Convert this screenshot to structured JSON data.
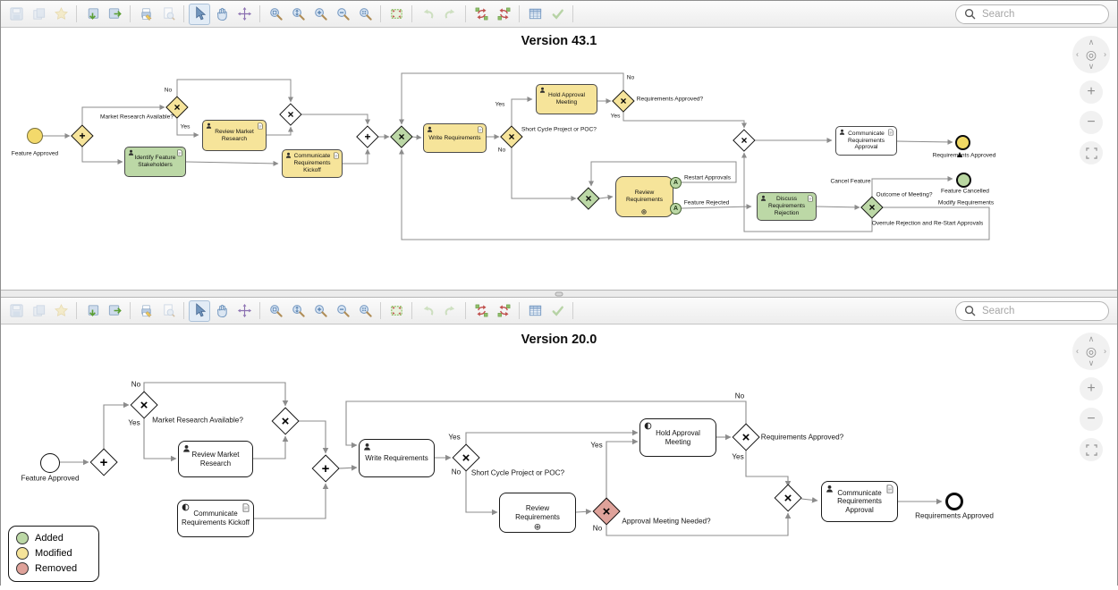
{
  "toolbar": {
    "search_placeholder": "Search",
    "icons": [
      "save",
      "copy",
      "favorites",
      "import-model",
      "export-model",
      "print",
      "print-preview",
      "select-tool",
      "pan-tool",
      "move-tool",
      "zoom-region",
      "zoom-fit-height",
      "zoom-in",
      "zoom-out",
      "zoom-reset",
      "fit-window",
      "undo",
      "redo",
      "auto-layout",
      "rearrange-layout",
      "table-view",
      "validate"
    ]
  },
  "glyphs": {
    "x": "×",
    "plus": "+",
    "loop": "⊕",
    "boundary": "A",
    "chev_up": "∧",
    "chev_down": "∨",
    "chev_left": "‹",
    "chev_right": "›",
    "target": "◎",
    "zoom_in": "+",
    "zoom_out": "−"
  },
  "common": {
    "yes": "Yes",
    "no": "No"
  },
  "panels": {
    "top": {
      "title": "Version 43.1",
      "nodes": {
        "start": "Feature Approved",
        "review_market": "Review Market Research",
        "identify_stakeholders": "Identify Feature Stakeholders",
        "comm_kickoff": "Communicate Requirements Kickoff",
        "write_req": "Write Requirements",
        "hold_meeting": "Hold Approval Meeting",
        "comm_approval": "Communicate Requirements Approval",
        "review_req": "Review Requirements",
        "discuss_rejection": "Discuss Requirements Rejection",
        "end_approved": "Requirements Approved",
        "end_cancelled": "Feature Cancelled"
      },
      "labels": {
        "market_q": "Market Research Available?",
        "cycle_q": "Short Cycle Project or POC?",
        "approved_q": "Requirements Approved?",
        "outcome_q": "Outcome of Meeting?",
        "restart": "Restart Approvals",
        "rejected": "Feature Rejected",
        "cancel": "Cancel Feature",
        "modify": "Modify Requirements",
        "overrule": "Overrule Rejection and Re-Start Approvals"
      }
    },
    "bottom": {
      "title": "Version 20.0",
      "nodes": {
        "start": "Feature Approved",
        "review_market": "Review Market Research",
        "comm_kickoff": "Communicate Requirements Kickoff",
        "write_req": "Write Requirements",
        "review_req": "Review Requirements",
        "hold_meeting": "Hold Approval Meeting",
        "comm_approval": "Communicate Requirements Approval",
        "end_approved": "Requirements Approved"
      },
      "labels": {
        "market_q": "Market Research Available?",
        "cycle_q": "Short Cycle Project or POC?",
        "meeting_q": "Approval Meeting Needed?",
        "approved_q": "Requirements Approved?"
      }
    }
  },
  "legend": {
    "items": [
      {
        "label": "Added",
        "color": "#bcd8a6"
      },
      {
        "label": "Modified",
        "color": "#f6e49a"
      },
      {
        "label": "Removed",
        "color": "#dfa29a"
      }
    ]
  },
  "colors": {
    "added": "#bcd8a6",
    "modified": "#f6e49a",
    "removed": "#dfa29a",
    "edge": "#8c8c8c"
  }
}
